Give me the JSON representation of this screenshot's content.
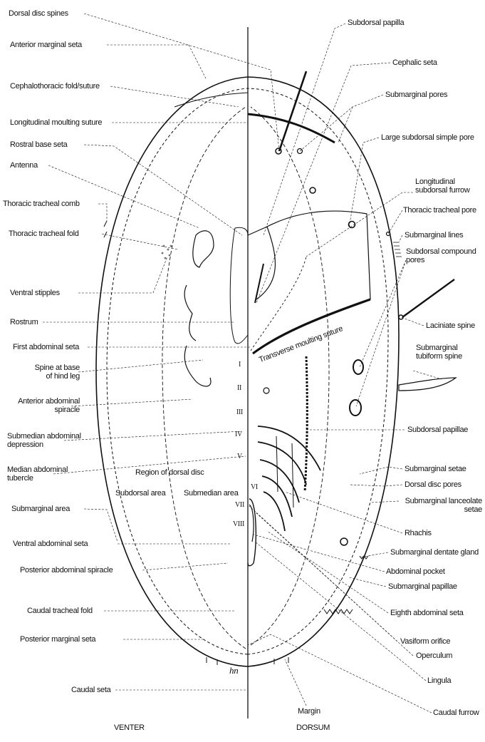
{
  "left_labels": [
    "Dorsal disc spines",
    "Anterior marginal seta",
    "Cephalothoracic fold/suture",
    "Longitudinal moulting suture",
    "Rostral base seta",
    "Antenna",
    "Thoracic tracheal comb",
    "Thoracic tracheal fold",
    "Ventral stipples",
    "Rostrum",
    "First abdominal seta",
    "Spine at base\nof hind leg",
    "Anterior abdominal\nspiracle",
    "Submedian abdominal\ndepression",
    "Median abdominal\ntubercle",
    "Submarginal area",
    "Ventral abdominal seta",
    "Posterior abdominal spiracle",
    "Caudal tracheal fold",
    "Posterior marginal seta",
    "Caudal seta"
  ],
  "right_labels": [
    "Subdorsal papilla",
    "Cephalic seta",
    "Submarginal pores",
    "Large subdorsal simple pore",
    "Longitudinal\nsubdorsal furrow",
    "Thoracic tracheal pore",
    "Submarginal lines",
    "Subdorsal compound\npores",
    "Laciniate spine",
    "Submarginal\ntubiform spine",
    "Subdorsal papillae",
    "Submarginal setae",
    "Dorsal disc pores",
    "Submarginal lanceolate\nsetae",
    "Rhachis",
    "Submarginal dentate gland",
    "Abdominal pocket",
    "Submarginal papillae",
    "Eighth abdominal seta",
    "Vasiform orifice",
    "Operculum",
    "Lingula",
    "Caudal furrow",
    "Margin"
  ],
  "inner_labels": {
    "region_of_dorsal_disc": "Region of dorsal disc",
    "subdorsal_area": "Subdorsal area",
    "submedian_area": "Submedian area",
    "transverse_suture": "Transverse moulting suture"
  },
  "segments": [
    "I",
    "II",
    "III",
    "IV",
    "V",
    "VI",
    "VII",
    "VIII"
  ],
  "side_titles": {
    "venter": "VENTER",
    "dorsum": "DORSUM"
  },
  "signature": "hn"
}
